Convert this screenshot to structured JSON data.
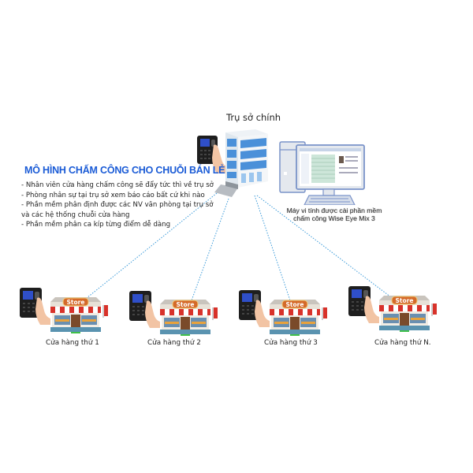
{
  "headquarters": {
    "label": "Trụ sở chính"
  },
  "diagram_title": "MÔ HÌNH CHẤM CÔNG CHO CHUỖI BÁN LẺ",
  "bullets": [
    "- Nhân viên cửa hàng chấm công sẽ đẩy tức thì về trụ sở",
    "- Phòng nhân sự tại trụ sở xem báo cáo bất cứ khi nào",
    "- Phần mềm phân định được các NV văn phòng tại trụ sở",
    "và các hệ thống chuỗi cửa hàng",
    "- Phần mềm phân ca kíp từng điểm dễ dàng"
  ],
  "computer": {
    "label_line1": "Máy vi tính được cài phần mềm",
    "label_line2": "chấm công Wise Eye Mix 3"
  },
  "stores": [
    {
      "label": "Cửa hàng thứ 1",
      "sign": "Store"
    },
    {
      "label": "Cửa hàng thứ 2",
      "sign": "Store"
    },
    {
      "label": "Cửa hàng thứ 3",
      "sign": "Store"
    },
    {
      "label": "Cửa hàng thứ N.",
      "sign": "Store"
    }
  ],
  "colors": {
    "title": "#1a5bd6",
    "connector": "#3a9ad9",
    "building_glass": "#4a90d9",
    "awning_red": "#d8322a",
    "device_body": "#1e1e1e",
    "device_screen": "#2f4fc9"
  }
}
